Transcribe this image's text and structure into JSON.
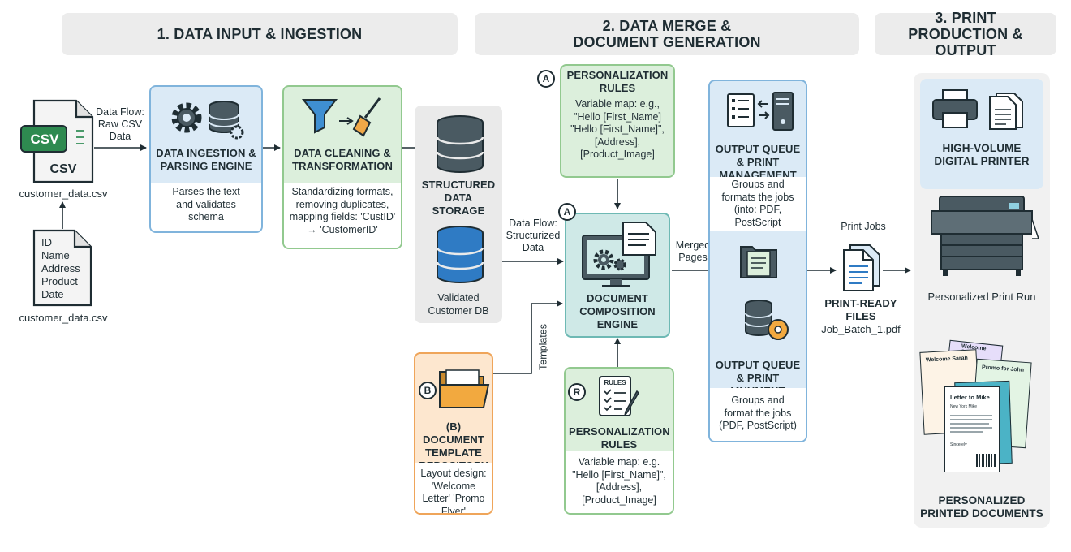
{
  "sections": {
    "s1": "1. DATA INPUT & INGESTION",
    "s2": "2. DATA MERGE & DOCUMENT GENERATION",
    "s3": "3. PRINT PRODUCTION & OUTPUT"
  },
  "csv": {
    "badge": "CSV",
    "label": "CSV",
    "filename_top": "customer_data.csv",
    "filename_bottom": "customer_data.csv",
    "fields": [
      "ID",
      "Name",
      "Address",
      "Product",
      "Date"
    ]
  },
  "flows": {
    "raw_csv": "Data Flow: Raw CSV Data",
    "structured": "Data Flow: Structurized Data",
    "merged": "Merged Pages",
    "templates": "Templates",
    "print_jobs": "Print Jobs"
  },
  "ingestion": {
    "title": "DATA INGESTION & PARSING ENGINE",
    "desc": "Parses the text and validates schema"
  },
  "cleaning": {
    "title": "DATA CLEANING & TRANSFORMATION",
    "desc": "Standardizing formats, removing duplicates, mapping fields: 'CustID' → 'CustomerID'"
  },
  "storage": {
    "title": "STRUCTURED DATA STORAGE",
    "desc": "Validated Customer DB"
  },
  "rules_top": {
    "badge": "A",
    "title": "PERSONALIZATION RULES",
    "desc": "Variable map: e.g., \"Hello [First_Name] \"Hello [First_Name]\", [Address], [Product_Image]"
  },
  "composition": {
    "badge": "A",
    "title": "DOCUMENT COMPOSITION ENGINE"
  },
  "template_repo": {
    "badge": "B",
    "title": "(B) DOCUMENT TEMPLATE REPOSITORY",
    "desc": "Layout design: 'Welcome Letter' 'Promo Flyer'"
  },
  "rules_bottom": {
    "badge": "R",
    "icon_text": "RULES",
    "title": "PERSONALIZATION RULES",
    "desc": "Variable map: e.g. \"Hello [First_Name]\", [Address], [Product_Image]"
  },
  "queue_top": {
    "title": "OUTPUT QUEUE & PRINT MANAGEMENT",
    "desc": "Groups and formats the jobs (into: PDF, PostScript"
  },
  "queue_bottom": {
    "title": "OUTPUT QUEUE & PRINT MNUMENT",
    "desc": "Groups and format the jobs (PDF, PostScript)"
  },
  "print_ready": {
    "title": "PRINT-READY FILES",
    "filename": "Job_Batch_1.pdf"
  },
  "printer": {
    "title": "HIGH-VOLUME DIGITAL PRINTER",
    "run_label": "Personalized Print Run",
    "output_title": "PERSONALIZED PRINTED DOCUMENTS"
  },
  "documents": {
    "d1": "Welcome Sarah",
    "d2": "Welcome Sarah",
    "d3": "Promo for John",
    "d4": "Letter to Mike",
    "d4_sub": "New York Mike",
    "d4_sign": "Sincerely"
  },
  "colors": {
    "blue": "#dbeaf6",
    "green": "#dcefdc",
    "teal": "#cfe9e7",
    "orange": "#fde7cf",
    "grey": "#eaeaea",
    "dark": "#1f2d33"
  }
}
